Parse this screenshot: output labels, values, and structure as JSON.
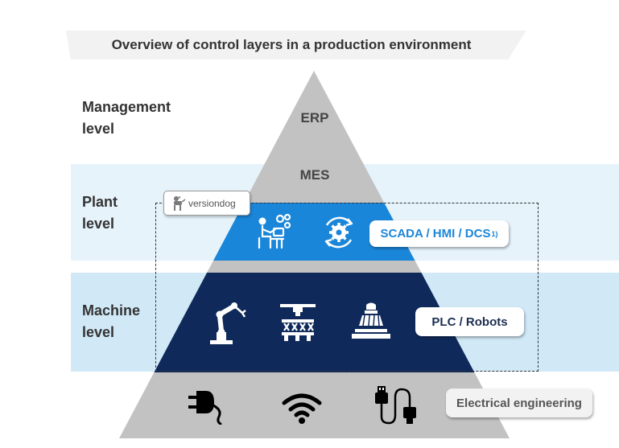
{
  "title": "Overview of control layers in a production environment",
  "levels": {
    "management": {
      "line1": "Management",
      "line2": "level"
    },
    "plant": {
      "line1": "Plant",
      "line2": "level"
    },
    "machine": {
      "line1": "Machine",
      "line2": "level"
    }
  },
  "layers": {
    "erp": "ERP",
    "mes": "MES",
    "scada": {
      "label": "SCADA / HMI / DCS",
      "footnote": "1)"
    },
    "plc": "PLC / Robots",
    "electrical": "Electrical engineering"
  },
  "logo": {
    "text": "versiondog"
  },
  "colors": {
    "gray_layer": "#c2c2c2",
    "scada_blue": "#1a86d9",
    "plc_navy": "#0f2a5a",
    "band_light_blue": "#e6f3fb",
    "band_machine": "#d1e9f7",
    "label_blue": "#1a86d9",
    "label_navy": "#1c2e52"
  },
  "icons": {
    "scada": [
      "operator-at-desk-icon",
      "process-cycle-gear-icon"
    ],
    "machine": [
      "robot-arm-icon",
      "assembly-line-icon",
      "cnc-machine-icon"
    ],
    "electrical": [
      "power-plug-icon",
      "wifi-signal-icon",
      "usb-cable-icon"
    ]
  }
}
